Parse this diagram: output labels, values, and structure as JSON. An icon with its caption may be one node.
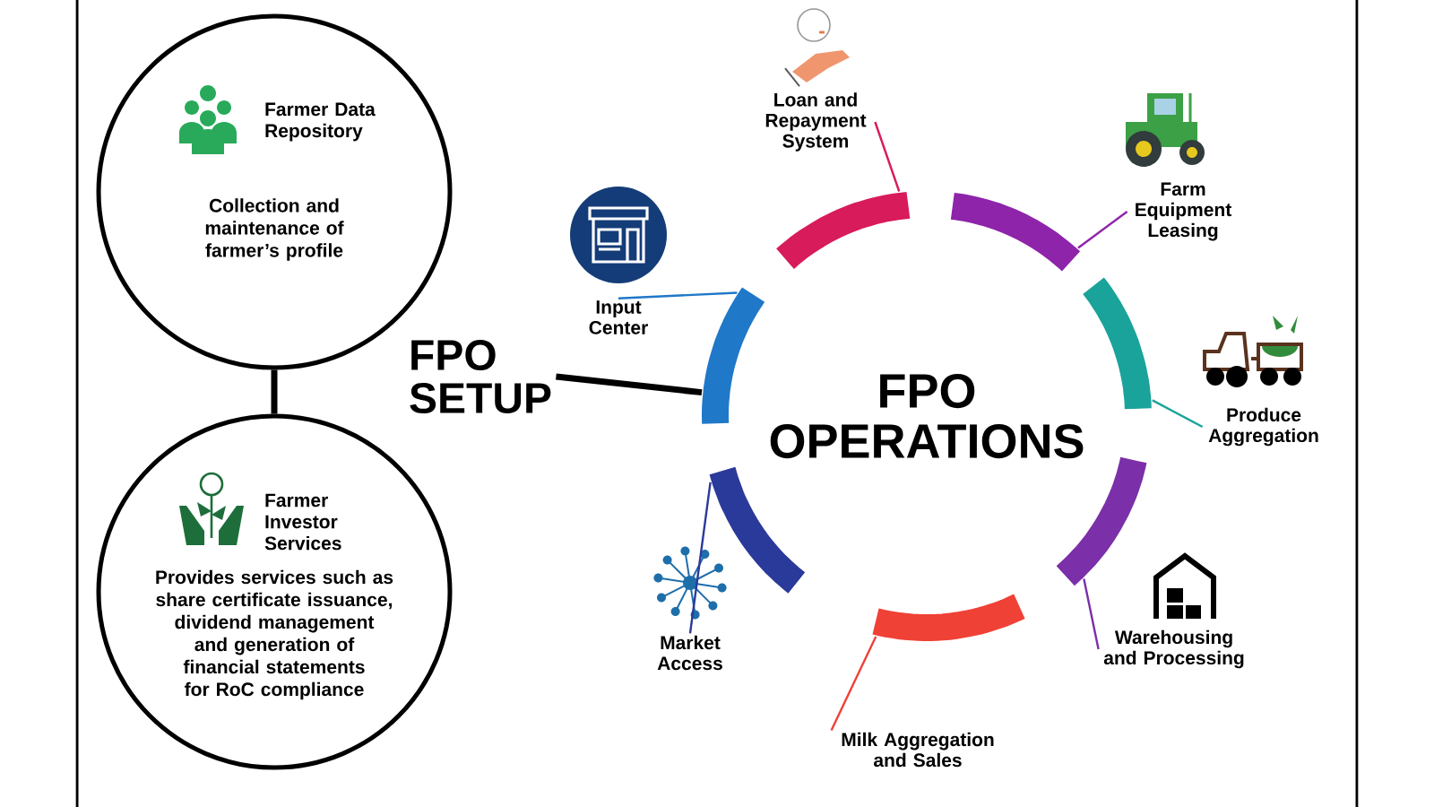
{
  "diagram": {
    "nodes": [
      {
        "text": [
          "Farmer Data Repository",
          "Collection and maintenance of farmer’s profile"
        ]
      },
      {
        "text": [
          "Farmer Investor Services",
          "Provides services such as share certificate issuance, dividend management and generation of financial statements for RoC compliance"
        ]
      },
      {
        "text": [
          "FPO SETUP"
        ]
      },
      {
        "text": [
          "FPO OPERATIONS"
        ]
      },
      {
        "text": [
          "Input Center"
        ]
      },
      {
        "text": [
          "Loan and Repayment System"
        ]
      },
      {
        "text": [
          "Farm Equipment Leasing"
        ]
      },
      {
        "text": [
          "Produce Aggregation"
        ]
      },
      {
        "text": [
          "Warehousing and Processing"
        ]
      },
      {
        "text": [
          "Milk Aggregation and Sales"
        ]
      },
      {
        "text": [
          "Market Access"
        ]
      }
    ],
    "edges": [
      {
        "from": 0,
        "to": 1,
        "arrow": "none",
        "style": "thick"
      },
      {
        "from": 2,
        "to": 3,
        "arrow": "none",
        "style": "thick"
      },
      {
        "from": 4,
        "to": 3,
        "arrow": "none",
        "color": "#1f78c8"
      },
      {
        "from": 5,
        "to": 3,
        "arrow": "none",
        "color": "#d81b5a"
      },
      {
        "from": 6,
        "to": 3,
        "arrow": "none",
        "color": "#8e24aa"
      },
      {
        "from": 7,
        "to": 3,
        "arrow": "none",
        "color": "#1aa39a"
      },
      {
        "from": 8,
        "to": 3,
        "arrow": "none",
        "color": "#7b2fa8"
      },
      {
        "from": 9,
        "to": 3,
        "arrow": "none",
        "color": "#ef4136"
      },
      {
        "from": 10,
        "to": 3,
        "arrow": "none",
        "color": "#2a3a9a"
      }
    ]
  }
}
